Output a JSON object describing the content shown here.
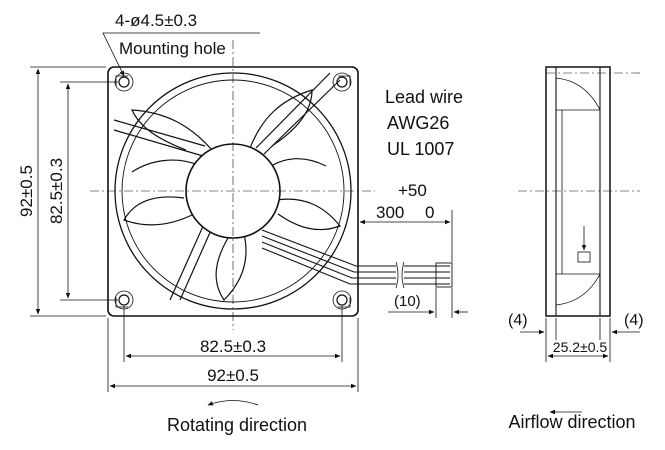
{
  "labels": {
    "mounting_hole_spec": "4-ø4.5±0.3",
    "mounting_hole_label": "Mounting hole",
    "lead_wire_line1": "Lead wire",
    "lead_wire_line2": "AWG26",
    "lead_wire_line3": "UL 1007",
    "wire_tolerance_plus": "+50",
    "wire_length_nominal": "300",
    "wire_tolerance_minus": "0",
    "strip_length": "(10)",
    "height_outer": "92±0.5",
    "height_hole_pitch": "82.5±0.3",
    "width_hole_pitch": "82.5±0.3",
    "width_outer": "92±0.5",
    "flange_left": "(4)",
    "flange_right": "(4)",
    "depth": "25.2±0.5",
    "rotating_direction": "Rotating direction",
    "airflow_direction": "Airflow direction"
  }
}
